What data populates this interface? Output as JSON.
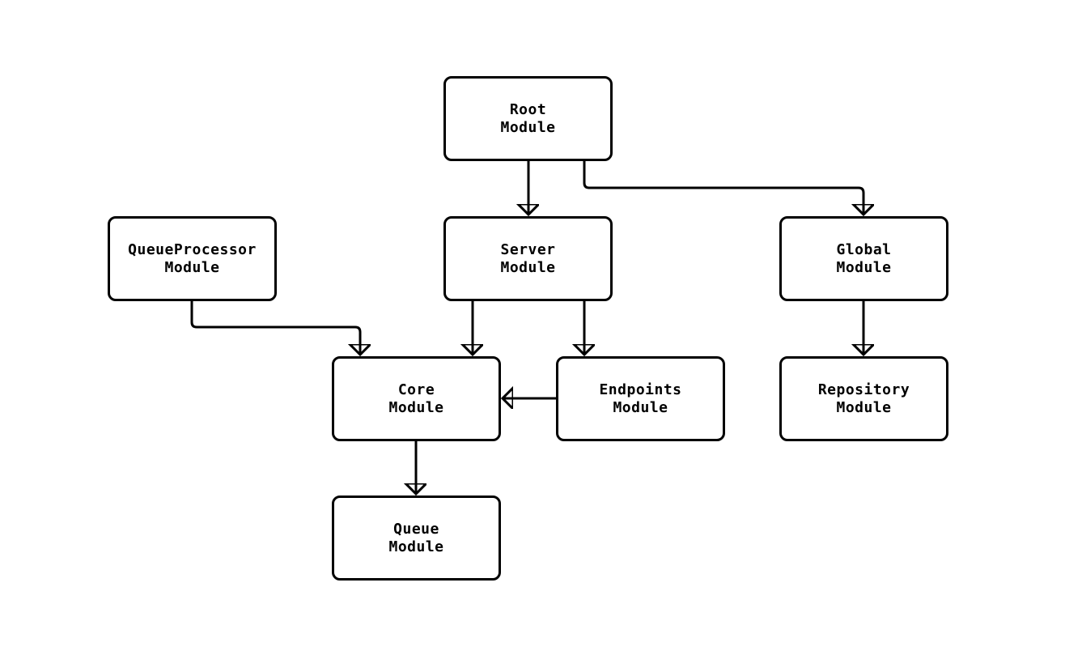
{
  "diagram": {
    "type": "flowchart",
    "background_color": "#ffffff",
    "node_fill_color": "#ffffff",
    "node_border_color": "#000000",
    "edge_color": "#000000",
    "text_color": "#000000",
    "nodes": [
      {
        "id": "root",
        "label": "Root\nModule"
      },
      {
        "id": "queueprocessor",
        "label": "QueueProcessor\nModule"
      },
      {
        "id": "server",
        "label": "Server\nModule"
      },
      {
        "id": "global",
        "label": "Global\nModule"
      },
      {
        "id": "core",
        "label": "Core\nModule"
      },
      {
        "id": "endpoints",
        "label": "Endpoints\nModule"
      },
      {
        "id": "repository",
        "label": "Repository\nModule"
      },
      {
        "id": "queue",
        "label": "Queue\nModule"
      }
    ],
    "edges": [
      {
        "from": "root",
        "to": "server"
      },
      {
        "from": "root",
        "to": "global"
      },
      {
        "from": "queueprocessor",
        "to": "core"
      },
      {
        "from": "server",
        "to": "core"
      },
      {
        "from": "server",
        "to": "endpoints"
      },
      {
        "from": "endpoints",
        "to": "core"
      },
      {
        "from": "global",
        "to": "repository"
      },
      {
        "from": "core",
        "to": "queue"
      }
    ]
  }
}
